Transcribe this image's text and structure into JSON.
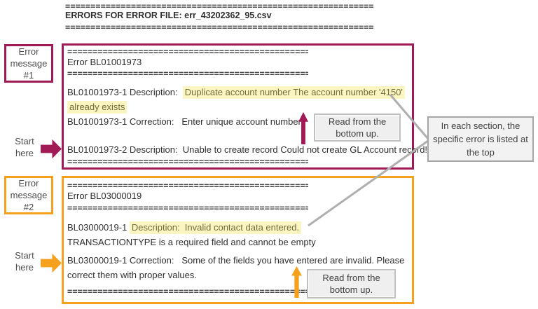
{
  "colors": {
    "maroon": "#A11A55",
    "orange": "#F5A11D",
    "highlight_bg": "#FBF5C2",
    "highlight_text": "#716D3A",
    "callout_gray": "#AFAFAF",
    "note_fill": "#F2F2F2",
    "body_text": "#2F2F2F"
  },
  "header": {
    "eq_line": "==============================================================",
    "title": "ERRORS FOR ERROR FILE: err_43202362_95.csv"
  },
  "section1": {
    "eq_line": "================================================",
    "heading": "Error BL01001973",
    "desc1_prefix": "BL01001973-1 Description:  ",
    "desc1_highlight_line1": "Duplicate account number The account number '4150'",
    "desc1_highlight_line2": "already exists",
    "correction": "BL01001973-1 Correction:   Enter unique account number",
    "desc2": "BL01001973-2 Description:  Unable to create record Could not create GL Account record!"
  },
  "section2": {
    "eq_line": "================================================",
    "heading": "Error BL03000019",
    "desc_prefix": "BL03000019-1 ",
    "desc_highlight": "Description:  Invalid contact data entered.",
    "desc_line2": "TRANSACTIONTYPE is a required field and cannot be empty",
    "correction_line1": "BL03000019-1 Correction:   Some of the fields you have entered are invalid. Please",
    "correction_line2": "correct them with proper values."
  },
  "annotations": {
    "label1": "Error message #1",
    "label2": "Error message #2",
    "start1": "Start here",
    "start2": "Start here",
    "read_note1": "Read from the bottom up.",
    "read_note2": "Read from the bottom up.",
    "right_note": "In each section, the specific error is listed at the top"
  }
}
